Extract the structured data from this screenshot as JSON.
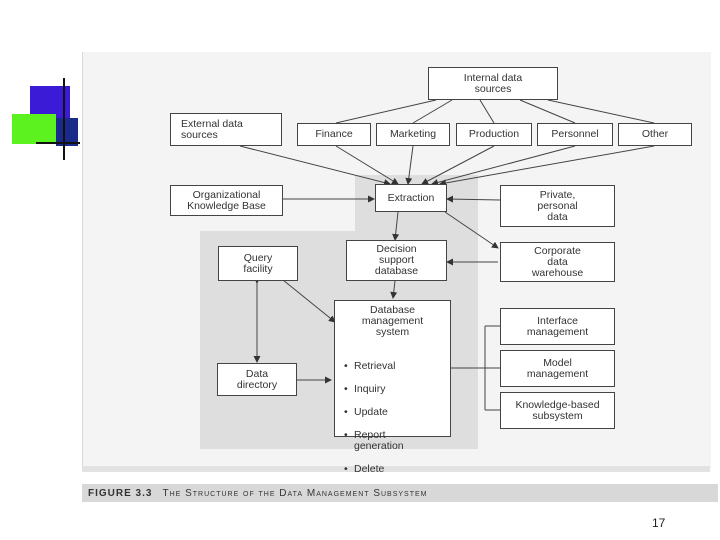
{
  "decoration": {
    "accent_purple": "#3b1bd6",
    "accent_green": "#4ef21c",
    "accent_navy": "#1a2a8a"
  },
  "nodes": {
    "internal_sources": "Internal data\nsources",
    "external_sources": "External data\nsources",
    "finance": "Finance",
    "marketing": "Marketing",
    "production": "Production",
    "personnel": "Personnel",
    "other": "Other",
    "org_knowledge": "Organizational\nKnowledge Base",
    "extraction": "Extraction",
    "private_data": "Private,\npersonal\ndata",
    "query_facility": "Query\nfacility",
    "dss_database": "Decision\nsupport\ndatabase",
    "corporate_warehouse": "Corporate\ndata\nwarehouse",
    "dbms_title": "Database\nmanagement\nsystem",
    "dbms_functions": [
      "Retrieval",
      "Inquiry",
      "Update",
      "Report\ngeneration",
      "Delete"
    ],
    "data_directory": "Data\ndirectory",
    "interface_mgmt": "Interface\nmanagement",
    "model_mgmt": "Model\nmanagement",
    "kb_subsystem": "Knowledge-based\nsubsystem"
  },
  "caption": {
    "figure": "FIGURE 3.3",
    "title": "The Structure of the Data Management Subsystem"
  },
  "page_number": "17"
}
